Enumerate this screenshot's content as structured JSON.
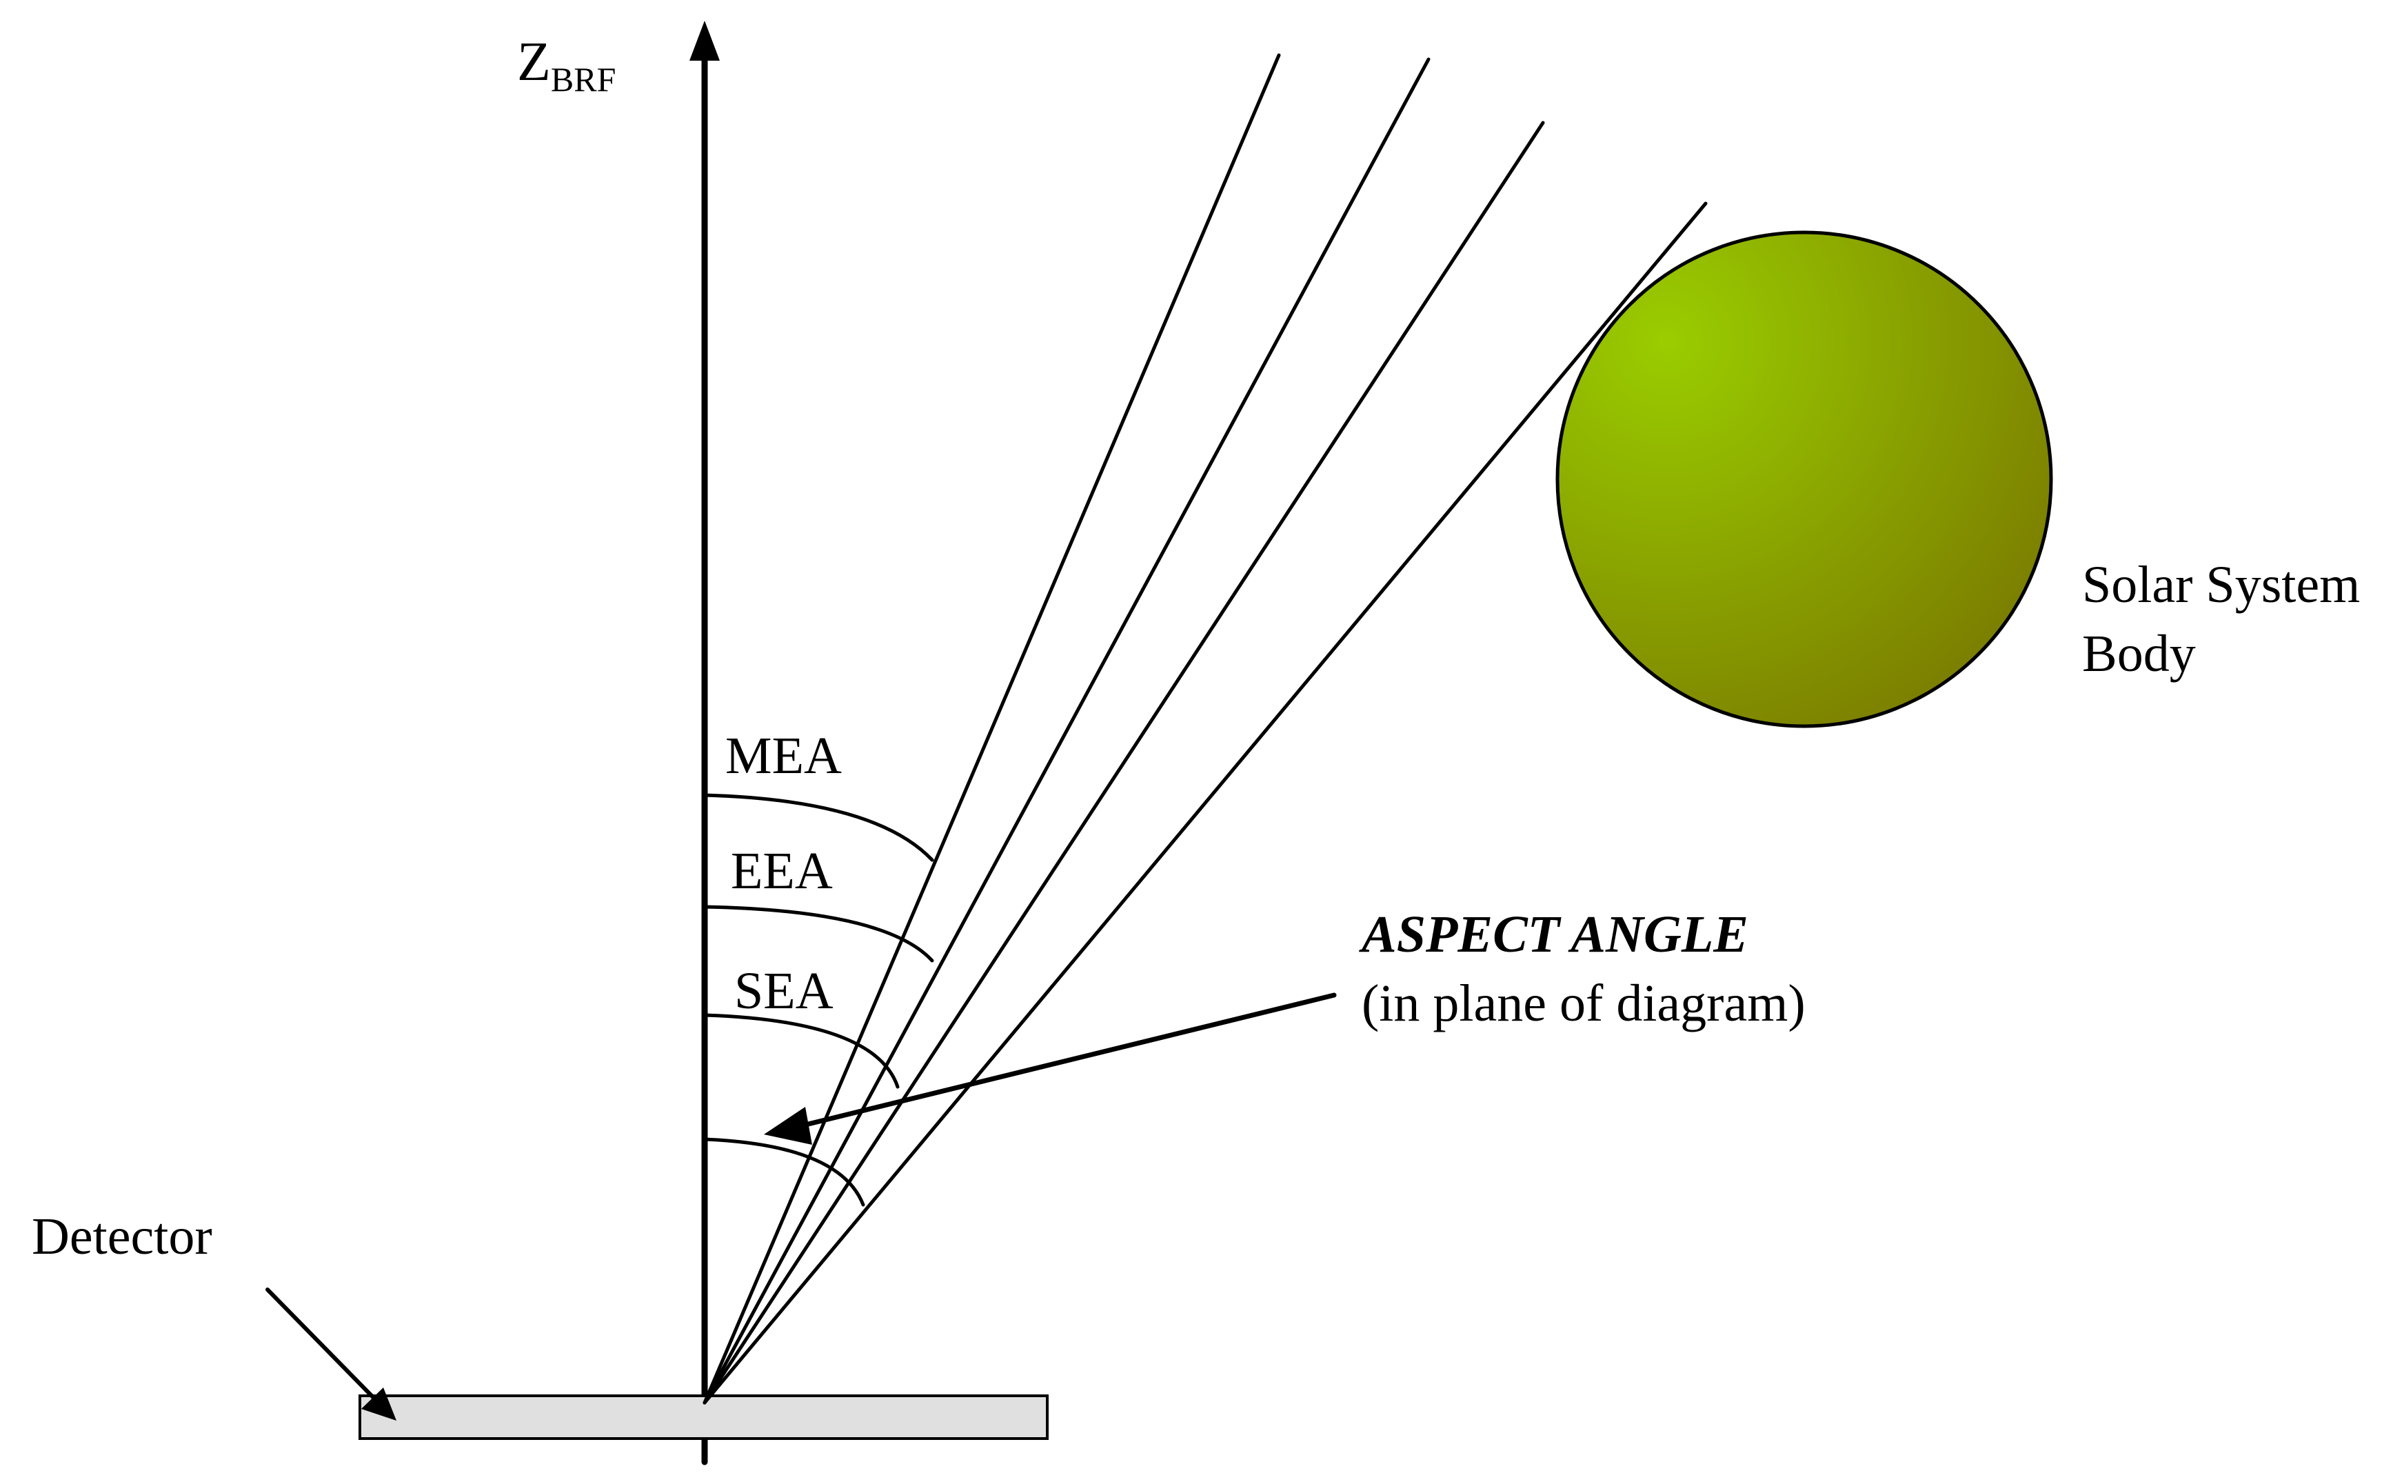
{
  "axis": {
    "label": "Z",
    "subscript": "BRF"
  },
  "angles": {
    "mea": "MEA",
    "eea": "EEA",
    "sea": "SEA"
  },
  "aspect": {
    "title": "ASPECT ANGLE",
    "subtitle": "(in plane of diagram)"
  },
  "body": {
    "line1": "Solar System",
    "line2": "Body"
  },
  "detector": {
    "label": "Detector"
  },
  "colors": {
    "body_light": "#9acd00",
    "body_dark": "#7a7a00",
    "detector_fill": "#e0e0e0"
  }
}
